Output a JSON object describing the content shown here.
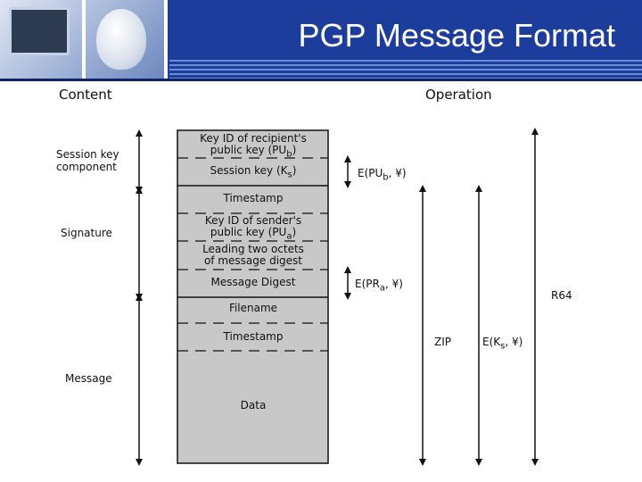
{
  "slide": {
    "title": "PGP Message Format"
  },
  "columns": {
    "content": "Content",
    "operation": "Operation"
  },
  "sections": {
    "session_key": "Session key component",
    "signature": "Signature",
    "message": "Message"
  },
  "fields": [
    "Key ID of recipient's public key (PU",
    "Session key (K",
    "Timestamp",
    "Key ID of sender's public key (PU",
    "Leading two octets of message digest",
    "Message Digest",
    "Filename",
    "Timestamp",
    "Data"
  ],
  "field_parts": {
    "recipient_line1": "Key ID of recipient's",
    "recipient_line2": "public key (PU",
    "recipient_sub": "b",
    "session_key": "Session key (K",
    "session_sub": "s",
    "timestamp_sig": "Timestamp",
    "sender_line1": "Key ID of sender's",
    "sender_line2": "public key (PU",
    "sender_sub": "a",
    "leading_line1": "Leading two octets",
    "leading_line2": "of message digest",
    "message_digest": "Message Digest",
    "filename": "Filename",
    "timestamp_msg": "Timestamp",
    "data": "Data"
  },
  "operations": {
    "e_pub": "E(PU",
    "e_pub_sub": "b",
    "e_pub_tail": ", ¥)",
    "e_pra": "E(PR",
    "e_pra_sub": "a",
    "e_pra_tail": ", ¥)",
    "zip": "ZIP",
    "e_ks": "E(K",
    "e_ks_sub": "s",
    "e_ks_tail": ", ¥)",
    "r64": "R64"
  }
}
